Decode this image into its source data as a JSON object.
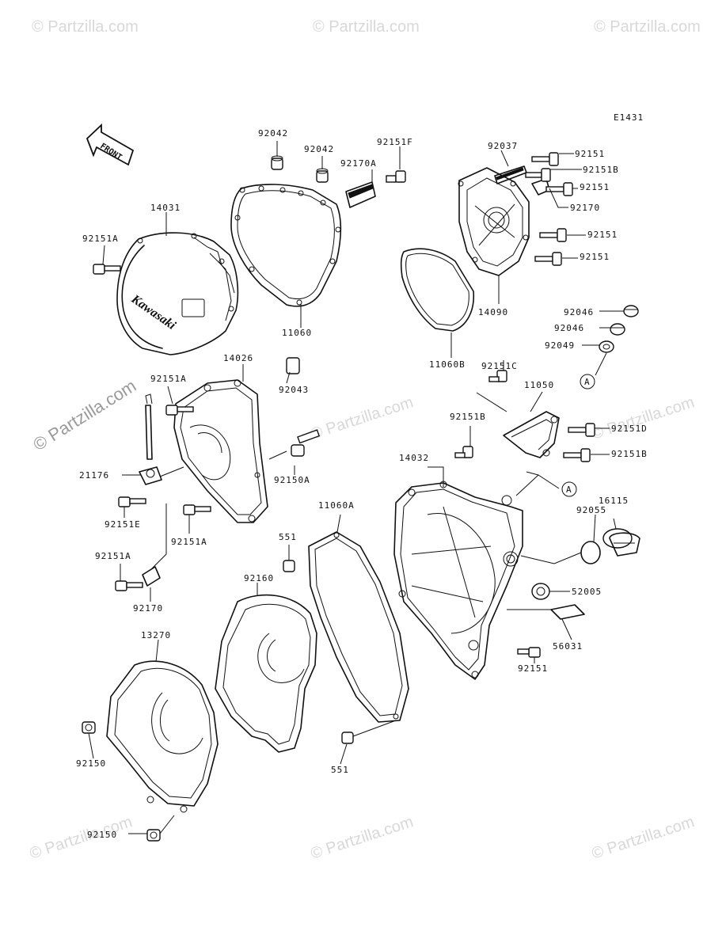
{
  "diagram_code": "E1431",
  "front_label": "FRONT",
  "brand_on_cover": "Kawasaki",
  "watermarks": {
    "text": "© Partzilla.com",
    "side_text": "© Partzilla.com"
  },
  "parts": [
    {
      "code": "92042",
      "id": "p92042a"
    },
    {
      "code": "92042",
      "id": "p92042b"
    },
    {
      "code": "92151F",
      "id": "p92151f"
    },
    {
      "code": "92170A",
      "id": "p92170a"
    },
    {
      "code": "92037",
      "id": "p92037"
    },
    {
      "code": "92151",
      "id": "p92151a1"
    },
    {
      "code": "92151B",
      "id": "p92151b1"
    },
    {
      "code": "92151",
      "id": "p92151a2"
    },
    {
      "code": "92170",
      "id": "p92170a1"
    },
    {
      "code": "92151",
      "id": "p92151a3"
    },
    {
      "code": "92151",
      "id": "p92151a4"
    },
    {
      "code": "14031",
      "id": "p14031"
    },
    {
      "code": "92151A",
      "id": "p92151A1"
    },
    {
      "code": "11060",
      "id": "p11060"
    },
    {
      "code": "14090",
      "id": "p14090"
    },
    {
      "code": "92046",
      "id": "p92046a"
    },
    {
      "code": "92046",
      "id": "p92046b"
    },
    {
      "code": "92049",
      "id": "p92049"
    },
    {
      "code": "11060B",
      "id": "p11060b"
    },
    {
      "code": "A",
      "id": "pA1"
    },
    {
      "code": "14026",
      "id": "p14026"
    },
    {
      "code": "92151A",
      "id": "p92151A2"
    },
    {
      "code": "92043",
      "id": "p92043"
    },
    {
      "code": "92151C",
      "id": "p92151c"
    },
    {
      "code": "11050",
      "id": "p11050"
    },
    {
      "code": "92151B",
      "id": "p92151b2"
    },
    {
      "code": "92151D",
      "id": "p92151d"
    },
    {
      "code": "21176",
      "id": "p21176"
    },
    {
      "code": "92150A",
      "id": "p92150a"
    },
    {
      "code": "14032",
      "id": "p14032"
    },
    {
      "code": "92151B",
      "id": "p92151b3"
    },
    {
      "code": "A",
      "id": "pA2"
    },
    {
      "code": "16115",
      "id": "p16115"
    },
    {
      "code": "92151E",
      "id": "p92151e"
    },
    {
      "code": "92151A",
      "id": "p92151A3"
    },
    {
      "code": "11060A",
      "id": "p11060a"
    },
    {
      "code": "92055",
      "id": "p92055"
    },
    {
      "code": "551",
      "id": "p551a"
    },
    {
      "code": "92151A",
      "id": "p92151A4"
    },
    {
      "code": "92160",
      "id": "p92160"
    },
    {
      "code": "52005",
      "id": "p52005"
    },
    {
      "code": "92170",
      "id": "p92170b"
    },
    {
      "code": "56031",
      "id": "p56031"
    },
    {
      "code": "13270",
      "id": "p13270"
    },
    {
      "code": "92151",
      "id": "p92151a5"
    },
    {
      "code": "92150",
      "id": "p92150a1"
    },
    {
      "code": "551",
      "id": "p551b"
    },
    {
      "code": "92150",
      "id": "p92150a2"
    }
  ]
}
